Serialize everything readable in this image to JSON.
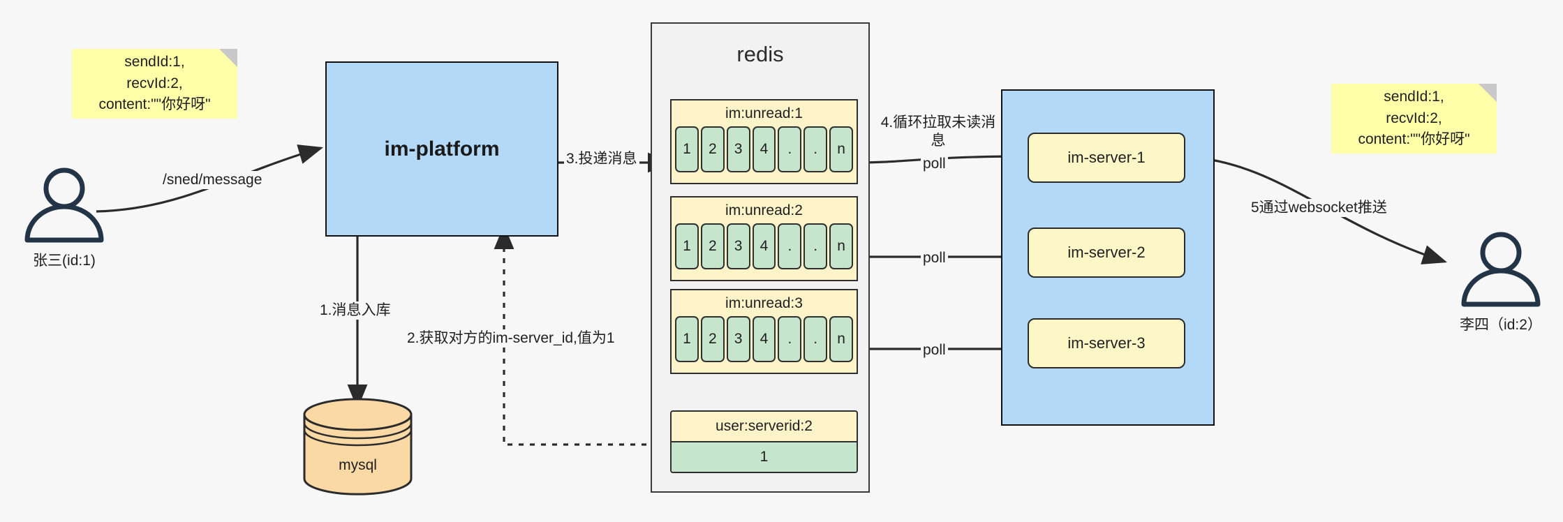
{
  "diagram": {
    "title": "IM message delivery architecture",
    "colors": {
      "note_yellow": "#ffffaa",
      "platform_blue": "#b3d9f7",
      "redis_gray": "#f2f2f2",
      "cell_green": "#c6e5cd",
      "key_yellow": "#fcf3c9",
      "mysql_orange": "#fbd9a5",
      "stroke": "#2f2f2f"
    },
    "notes": [
      {
        "id": "note-left",
        "text": "sendId:1,\nrecvId:2,\ncontent:\"\"你好呀\""
      },
      {
        "id": "note-right",
        "text": "sendId:1,\nrecvId:2,\ncontent:\"\"你好呀\""
      }
    ],
    "actors": [
      {
        "id": "actor-sender",
        "label": "张三(id:1)"
      },
      {
        "id": "actor-receiver",
        "label": "李四（id:2）"
      }
    ],
    "platform": {
      "label": "im-platform"
    },
    "database": {
      "label": "mysql"
    },
    "redis": {
      "title": "redis",
      "unread_lists": [
        {
          "key": "im:unread:1",
          "cells": [
            "1",
            "2",
            "3",
            "4",
            ".",
            ".",
            "n"
          ]
        },
        {
          "key": "im:unread:2",
          "cells": [
            "1",
            "2",
            "3",
            "4",
            ".",
            ".",
            "n"
          ]
        },
        {
          "key": "im:unread:3",
          "cells": [
            "1",
            "2",
            "3",
            "4",
            ".",
            ".",
            "n"
          ]
        }
      ],
      "kv": {
        "key": "user:serverid:2",
        "value": "1"
      }
    },
    "server_cluster": {
      "servers": [
        {
          "label": "im-server-1"
        },
        {
          "label": "im-server-2"
        },
        {
          "label": "im-server-3"
        }
      ]
    },
    "edges": [
      {
        "id": "edge-send-message",
        "label": "/sned/message"
      },
      {
        "id": "edge-store-message",
        "label": "1.消息入库"
      },
      {
        "id": "edge-get-serverid",
        "label": "2.获取对方的im-server_id,值为1"
      },
      {
        "id": "edge-deliver-message",
        "label": "3.投递消息"
      },
      {
        "id": "edge-loop-pull",
        "label": "4.循环拉取未读消\n息"
      },
      {
        "id": "edge-poll-1",
        "label": "poll"
      },
      {
        "id": "edge-poll-2",
        "label": "poll"
      },
      {
        "id": "edge-poll-3",
        "label": "poll"
      },
      {
        "id": "edge-websocket-push",
        "label": "5通过websocket推送"
      }
    ]
  }
}
